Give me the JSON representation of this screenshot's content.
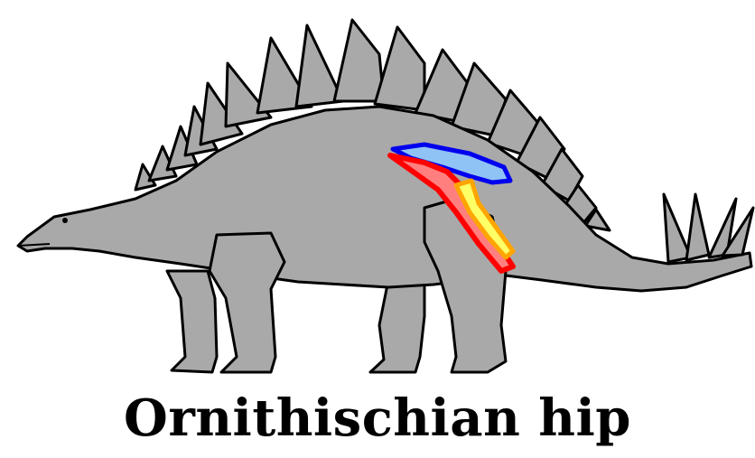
{
  "caption": "Ornithischian hip",
  "colors": {
    "body": "#a9a9a9",
    "outline": "#000000",
    "ilium": "#0000ee",
    "ilium_fill": "#8fc3f5",
    "pubis": "#ff0000",
    "pubis_fill": "#ff7f7f",
    "ischium": "#ffa500",
    "ischium_fill": "#ffff66"
  },
  "parts": {
    "ilium": "blue hip bone",
    "pubis": "red hip bone",
    "ischium": "orange/yellow hip bone"
  }
}
